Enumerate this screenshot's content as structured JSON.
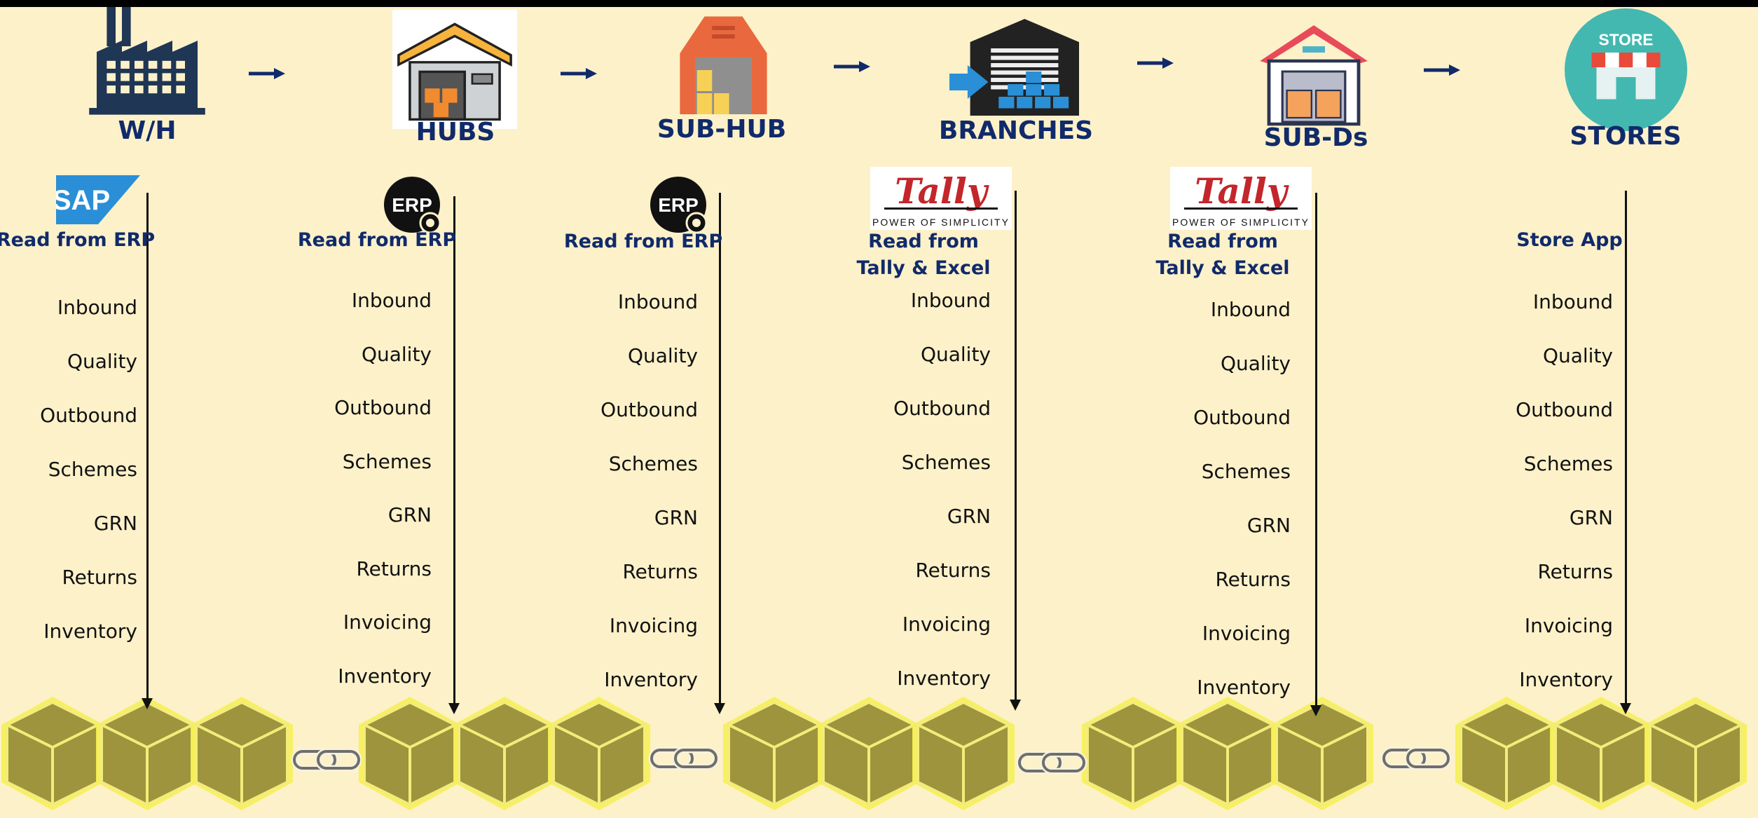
{
  "stages": [
    {
      "id": "wh",
      "title": "W/H",
      "source_label": [
        "Read from ERP"
      ],
      "logo": "sap-logo",
      "logo_text": "SAP",
      "icon": "factory-icon",
      "items": [
        "Inbound",
        "Quality",
        "Outbound",
        "Schemes",
        "GRN",
        "Returns",
        "Inventory"
      ]
    },
    {
      "id": "hubs",
      "title": "HUBS",
      "source_label": [
        "Read from ERP"
      ],
      "logo": "erp-gear-logo",
      "logo_text": "ERP",
      "icon": "warehouse-icon",
      "items": [
        "Inbound",
        "Quality",
        "Outbound",
        "Schemes",
        "GRN",
        "Returns",
        "Invoicing",
        "Inventory"
      ]
    },
    {
      "id": "subhub",
      "title": "SUB-HUB",
      "source_label": [
        "Read from ERP"
      ],
      "logo": "erp-gear-logo",
      "logo_text": "ERP",
      "icon": "storage-unit-icon",
      "items": [
        "Inbound",
        "Quality",
        "Outbound",
        "Schemes",
        "GRN",
        "Returns",
        "Invoicing",
        "Inventory"
      ]
    },
    {
      "id": "branches",
      "title": "BRANCHES",
      "source_label": [
        "Read from",
        "Tally & Excel"
      ],
      "logo": "tally-logo",
      "logo_text": "Tally",
      "logo_tagline": "POWER OF SIMPLICITY",
      "icon": "loading-dock-icon",
      "items": [
        "Inbound",
        "Quality",
        "Outbound",
        "Schemes",
        "GRN",
        "Returns",
        "Invoicing",
        "Inventory"
      ]
    },
    {
      "id": "subds",
      "title": "SUB-Ds",
      "source_label": [
        "Read from",
        "Tally & Excel"
      ],
      "logo": "tally-logo",
      "logo_text": "Tally",
      "logo_tagline": "POWER OF SIMPLICITY",
      "icon": "depot-icon",
      "items": [
        "Inbound",
        "Quality",
        "Outbound",
        "Schemes",
        "GRN",
        "Returns",
        "Invoicing",
        "Inventory"
      ]
    },
    {
      "id": "stores",
      "title": "STORES",
      "source_label": [
        "Store App"
      ],
      "logo": "",
      "icon": "store-icon",
      "icon_text": "STORE",
      "items": [
        "Inbound",
        "Quality",
        "Outbound",
        "Schemes",
        "GRN",
        "Returns",
        "Invoicing",
        "Inventory"
      ]
    }
  ],
  "colors": {
    "background": "#fdf1c9",
    "title": "#102a6b",
    "arrow": "#102a6b",
    "cube_face": "#9d943d",
    "cube_glow": "#f6ef55",
    "cube_edge": "#f3ec7a",
    "chain": "#6e6e6e"
  },
  "blockchain": {
    "groups": 6,
    "cubes_per_group": 3,
    "link_icon": "chain-link-icon"
  }
}
